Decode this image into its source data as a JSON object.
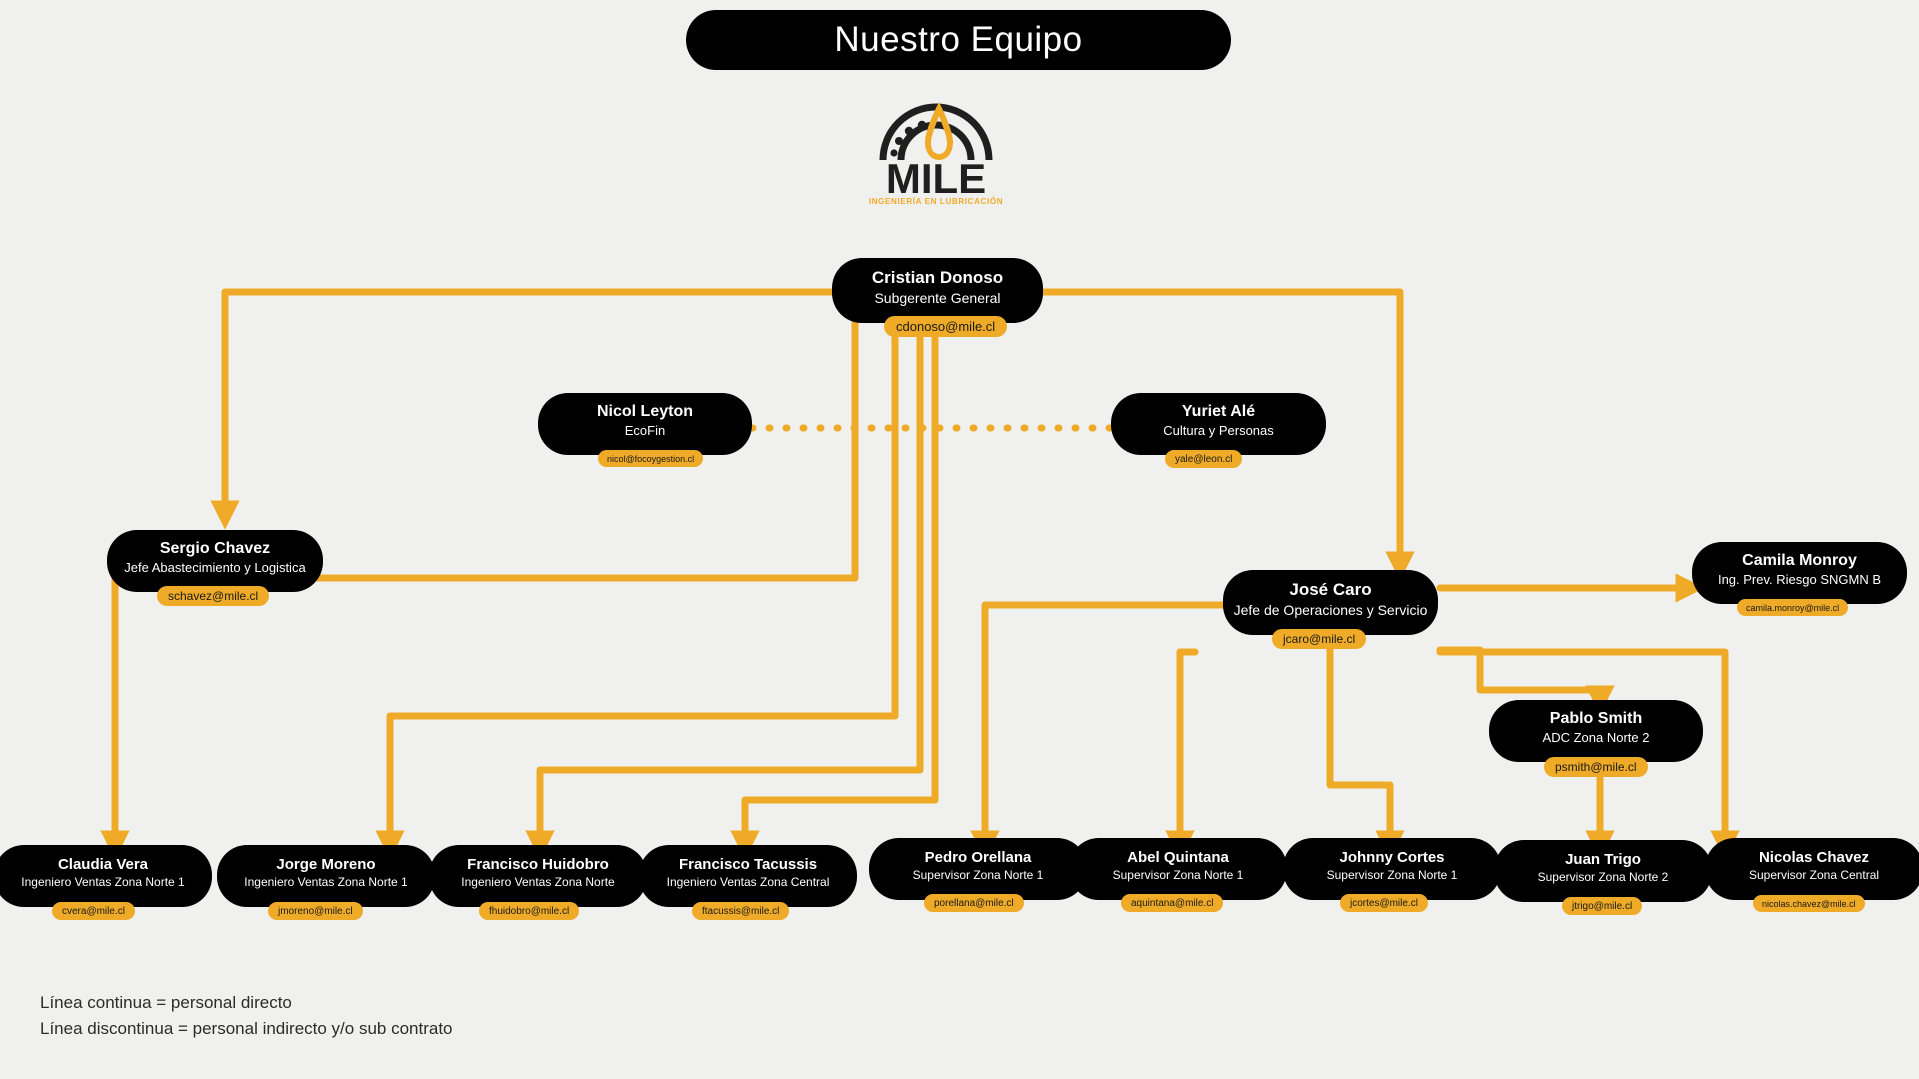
{
  "header": {
    "title": "Nuestro Equipo"
  },
  "logo": {
    "wordmark": "MILE",
    "tagline": "INGENIERÍA EN LUBRICACIÓN",
    "drop_color": "#efab27",
    "arc_color": "#1f1f1f"
  },
  "colors": {
    "background": "#f0f0ef",
    "node": "#000000",
    "node_text": "#ffffff",
    "accent": "#efab27",
    "connector": "#efab27",
    "legend_text": "#2b2b2b"
  },
  "nodes": [
    {
      "id": "cristian-donoso",
      "name": "Cristian Donoso",
      "role": "Subgerente General",
      "email": "cdonoso@mile.cl"
    },
    {
      "id": "nicol-leyton",
      "name": "Nicol Leyton",
      "role": "EcoFin",
      "email": "nicol@focoygestion.cl"
    },
    {
      "id": "yuriet-ale",
      "name": "Yuriet Alé",
      "role": "Cultura y Personas",
      "email": "yale@leon.cl"
    },
    {
      "id": "sergio-chavez",
      "name": "Sergio Chavez",
      "role": "Jefe Abastecimiento y Logistica",
      "email": "schavez@mile.cl"
    },
    {
      "id": "jose-caro",
      "name": "José Caro",
      "role": "Jefe de Operaciones y Servicio",
      "email": "jcaro@mile.cl"
    },
    {
      "id": "camila-monroy",
      "name": "Camila Monroy",
      "role": "Ing. Prev. Riesgo  SNGMN B",
      "email": "camila.monroy@mile.cl"
    },
    {
      "id": "pablo-smith",
      "name": "Pablo Smith",
      "role": "ADC Zona Norte 2",
      "email": "psmith@mile.cl"
    },
    {
      "id": "claudia-vera",
      "name": "Claudia Vera",
      "role": "Ingeniero Ventas Zona Norte 1",
      "email": "cvera@mile.cl"
    },
    {
      "id": "jorge-moreno",
      "name": "Jorge Moreno",
      "role": "Ingeniero Ventas Zona Norte 1",
      "email": "jmoreno@mile.cl"
    },
    {
      "id": "francisco-huidobro",
      "name": "Francisco Huidobro",
      "role": "Ingeniero Ventas Zona Norte",
      "email": "fhuidobro@mile.cl"
    },
    {
      "id": "francisco-tacussis",
      "name": "Francisco Tacussis",
      "role": "Ingeniero Ventas Zona Central",
      "email": "ftacussis@mile.cl"
    },
    {
      "id": "pedro-orellana",
      "name": "Pedro Orellana",
      "role": "Supervisor Zona Norte 1",
      "email": "porellana@mile.cl"
    },
    {
      "id": "abel-quintana",
      "name": "Abel Quintana",
      "role": "Supervisor Zona Norte 1",
      "email": "aquintana@mile.cl"
    },
    {
      "id": "johnny-cortes",
      "name": "Johnny Cortes",
      "role": "Supervisor Zona Norte 1",
      "email": "jcortes@mile.cl"
    },
    {
      "id": "juan-trigo",
      "name": "Juan Trigo",
      "role": "Supervisor Zona Norte 2",
      "email": "jtrigo@mile.cl"
    },
    {
      "id": "nicolas-chavez",
      "name": "Nicolas Chavez",
      "role": "Supervisor Zona Central",
      "email": "nicolas.chavez@mile.cl"
    }
  ],
  "legend": {
    "line1": "Línea continua = personal directo",
    "line2": "Línea discontinua = personal indirecto y/o sub contrato"
  },
  "relationships": {
    "solid": [
      [
        "cristian-donoso",
        "sergio-chavez"
      ],
      [
        "cristian-donoso",
        "jose-caro"
      ],
      [
        "cristian-donoso",
        "claudia-vera"
      ],
      [
        "cristian-donoso",
        "jorge-moreno"
      ],
      [
        "cristian-donoso",
        "francisco-huidobro"
      ],
      [
        "cristian-donoso",
        "francisco-tacussis"
      ],
      [
        "jose-caro",
        "camila-monroy"
      ],
      [
        "jose-caro",
        "pablo-smith"
      ],
      [
        "jose-caro",
        "pedro-orellana"
      ],
      [
        "jose-caro",
        "abel-quintana"
      ],
      [
        "jose-caro",
        "johnny-cortes"
      ],
      [
        "jose-caro",
        "nicolas-chavez"
      ],
      [
        "pablo-smith",
        "juan-trigo"
      ]
    ],
    "dashed": [
      [
        "nicol-leyton",
        "yuriet-ale"
      ]
    ]
  }
}
